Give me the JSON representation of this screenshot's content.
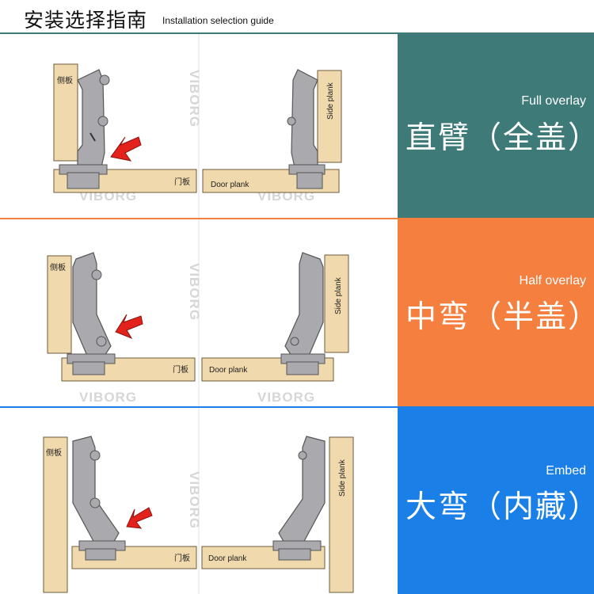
{
  "header": {
    "title_cn": "安装选择指南",
    "title_en": "Installation selection guide"
  },
  "labels": {
    "side_plank_cn": "侧板",
    "door_plank_cn": "门板",
    "side_plank_en": "Side plank",
    "door_plank_en": "Door plank",
    "watermark": "VIBORG"
  },
  "sections": [
    {
      "en": "Full overlay",
      "cn": "直臂（全盖）",
      "color": "#3d7a78"
    },
    {
      "en": "Half overlay",
      "cn": "中弯（半盖）",
      "color": "#f47f3f"
    },
    {
      "en": "Embed",
      "cn": "大弯（内藏）",
      "color": "#1a7fe6"
    }
  ],
  "colors": {
    "wood": "#f0d9ac",
    "wood_border": "#6b5a3e",
    "hinge": "#a9a9ae",
    "arrow": "#e3231b",
    "separator_top": "#3d7a78",
    "separator_mid": "#f47f3f",
    "separator_bottom": "#1a7fe6"
  }
}
